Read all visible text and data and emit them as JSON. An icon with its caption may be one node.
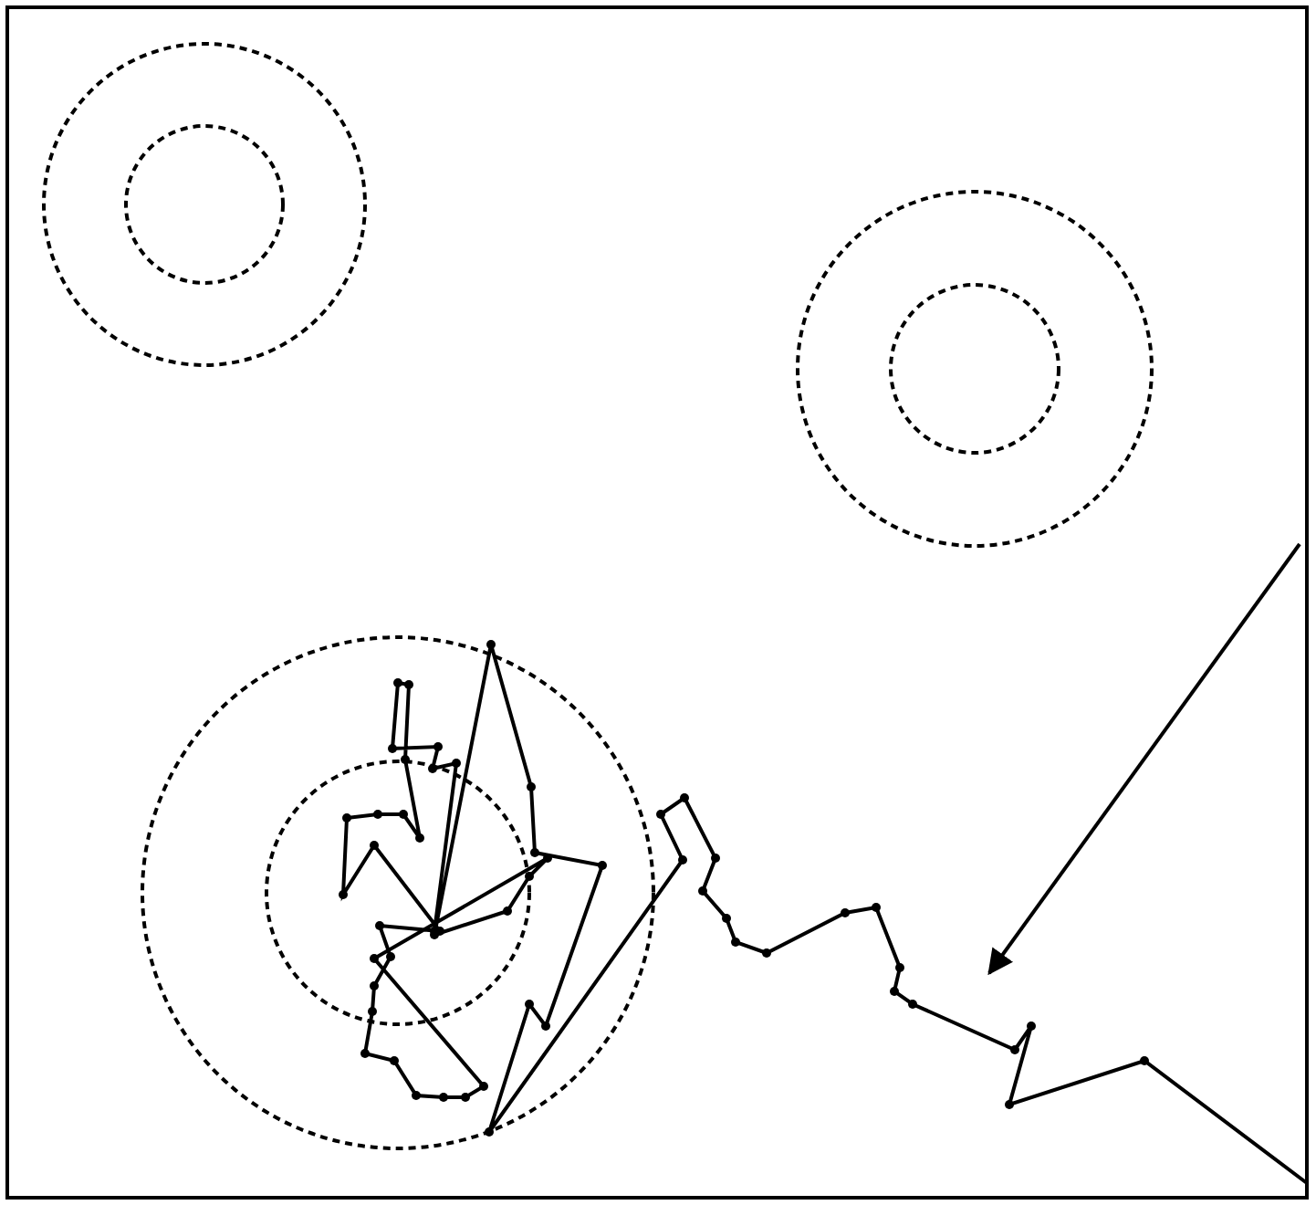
{
  "diagram": {
    "nodes": [
      {
        "text": [],
        "shape": "circle"
      },
      {
        "text": [],
        "shape": "circle",
        "in": 0
      },
      {
        "text": [],
        "shape": "circle"
      },
      {
        "text": [],
        "shape": "circle",
        "in": 2
      },
      {
        "text": [],
        "shape": "circle"
      },
      {
        "text": [],
        "shape": "circle",
        "in": 4
      },
      {
        "text": [],
        "shape": "picture"
      }
    ],
    "edges": [
      {
        "from": null,
        "to": 6,
        "arrow": "to"
      }
    ]
  }
}
